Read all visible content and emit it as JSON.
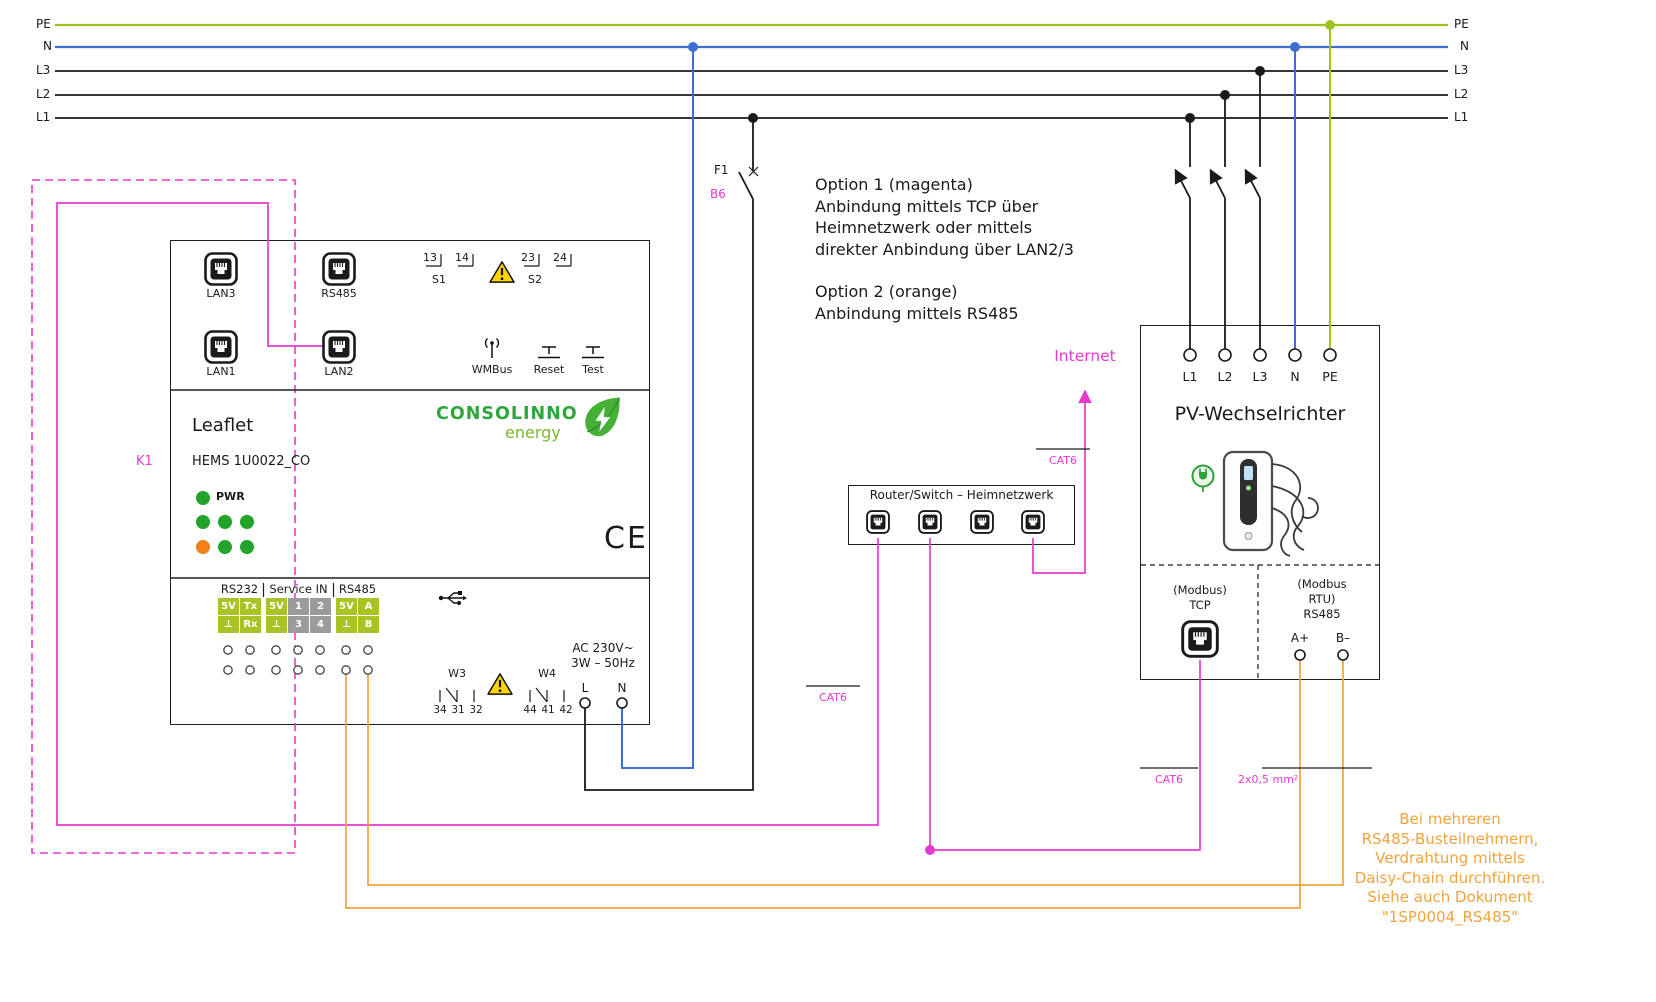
{
  "colors": {
    "magenta": "#e838cd",
    "orange": "#f2a33c",
    "pe_green": "#a0c41e",
    "n_blue": "#3d6ed0",
    "line_black": "#1a1a1a",
    "brand_green": "#2da63c",
    "brand_light_green": "#79b92c",
    "terminal_green": "#a8c323",
    "terminal_gray": "#9b9b9b",
    "led_green": "#22a42a",
    "led_orange": "#f08019",
    "warn_yellow": "#ffd500"
  },
  "bus": {
    "left": [
      "PE",
      "N",
      "L3",
      "L2",
      "L1"
    ],
    "right": [
      "PE",
      "N",
      "L3",
      "L2",
      "L1"
    ]
  },
  "breaker": {
    "name": "F1",
    "circuit": "B6"
  },
  "notes": {
    "option1": [
      "Option 1 (magenta)",
      "Anbindung mittels TCP über",
      "Heimnetzwerk oder mittels",
      "direkter Anbindung über LAN2/3"
    ],
    "option2": [
      "Option 2 (orange)",
      "Anbindung mittels RS485"
    ],
    "daisy": [
      "Bei mehreren",
      "RS485-Busteilnehmern,",
      "Verdrahtung mittels",
      "Daisy-Chain durchführen.",
      "Siehe auch Dokument",
      "\"1SP0004_RS485\""
    ]
  },
  "labels": {
    "internet": "Internet",
    "cat6": "CAT6",
    "wire_spec": "2x0,5 mm²",
    "k1": "K1"
  },
  "leaflet": {
    "ports": {
      "lan3": "LAN3",
      "rs485": "RS485",
      "lan1": "LAN1",
      "lan2": "LAN2"
    },
    "contacts": {
      "s1": {
        "a": "13",
        "b": "14",
        "label": "S1"
      },
      "s2": {
        "a": "23",
        "b": "24",
        "label": "S2"
      }
    },
    "wmbus": "WMBus",
    "reset": "Reset",
    "test": "Test",
    "title": "Leaflet",
    "model": "HEMS 1U0022_CO",
    "pwr": "PWR",
    "logo": {
      "brand": "CONSOLINNO",
      "sub": "energy"
    },
    "ce": "CE",
    "tb": {
      "h1": "RS232",
      "h2": "Service IN",
      "h3": "RS485",
      "r1": [
        "5V",
        "Tx",
        "5V",
        "1",
        "2",
        "5V",
        "A"
      ],
      "r2": [
        "⊥",
        "Rx",
        "⊥",
        "3",
        "4",
        "⊥",
        "B"
      ]
    },
    "w3": {
      "label": "W3",
      "t": [
        "34",
        "31",
        "32"
      ]
    },
    "w4": {
      "label": "W4",
      "t": [
        "44",
        "41",
        "42"
      ]
    },
    "ac": [
      "AC 230V~",
      "3W – 50Hz"
    ],
    "l": "L",
    "n": "N"
  },
  "router": {
    "title": "Router/Switch – Heimnetzwerk"
  },
  "inverter": {
    "title": "PV-Wechselrichter",
    "terminals": [
      "L1",
      "L2",
      "L3",
      "N",
      "PE"
    ],
    "tcp": [
      "(Modbus)",
      "TCP"
    ],
    "rtu": [
      "(Modbus",
      "RTU)",
      "RS485"
    ],
    "a": "A+",
    "b": "B–"
  }
}
